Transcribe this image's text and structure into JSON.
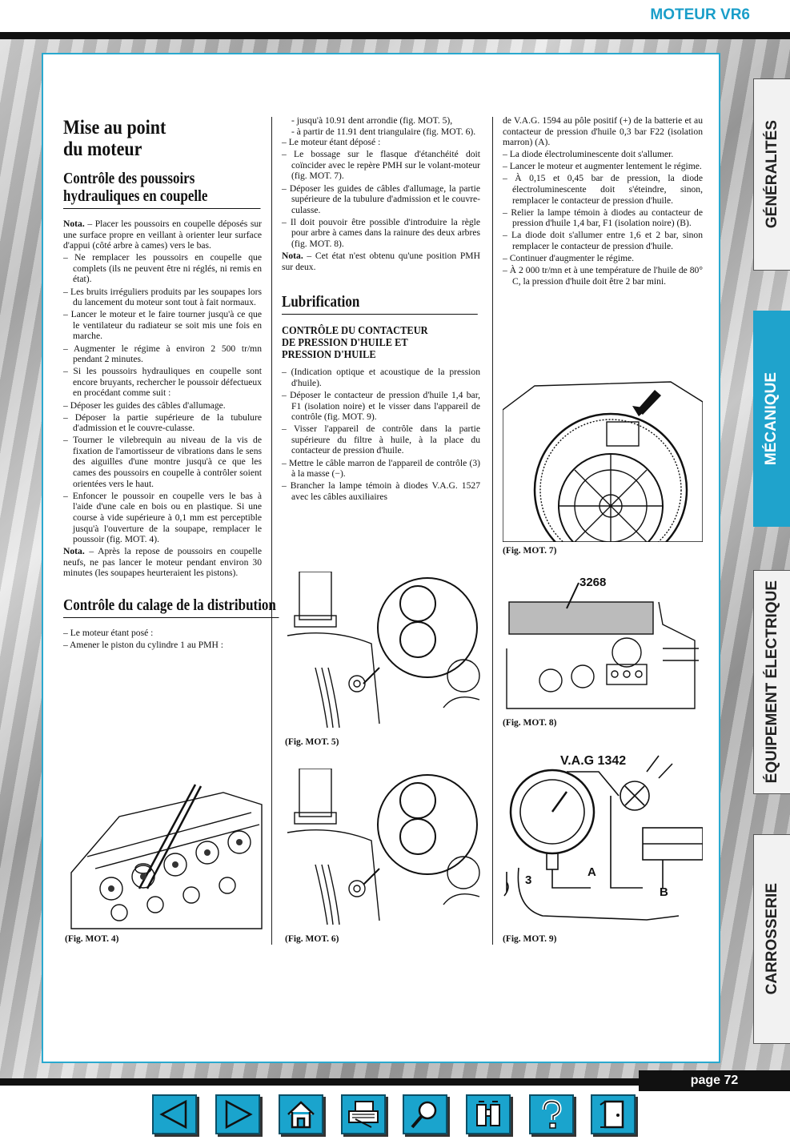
{
  "header": {
    "title": "MOTEUR VR6"
  },
  "page": {
    "label": "page 72"
  },
  "tabs": [
    {
      "label": "GÉNÉRALITÉS"
    },
    {
      "label": "MÉCANIQUE"
    },
    {
      "label": "ÉQUIPEMENT ÉLECTRIQUE"
    },
    {
      "label": "CARROSSERIE"
    }
  ],
  "col1": {
    "title": "Mise au point du moteur",
    "s1": "Contrôle des poussoirs hydrauliques en coupelle",
    "n1b": "Nota.",
    "n1": " – Placer les poussoirs en coupelle déposés sur une surface propre en veillant à orienter leur surface d'appui (côté arbre à cames) vers le bas.",
    "items": [
      "– Ne remplacer les poussoirs en coupelle que complets (ils ne peuvent être ni réglés, ni remis en état).",
      "– Les bruits irréguliers produits par les soupapes lors du lancement du moteur sont tout à fait normaux.",
      "– Lancer le moteur et le faire tourner jusqu'à ce que le ventilateur du radiateur se soit mis une fois en marche.",
      "– Augmenter le régime à environ 2 500 tr/mn pendant 2 minutes.",
      "– Si les poussoirs hydrauliques en coupelle sont encore bruyants, rechercher le poussoir défectueux en procédant comme suit :",
      "– Déposer les guides des câbles d'allumage.",
      "– Déposer la partie supérieure de la tubulure d'admission et le couvre-culasse.",
      "– Tourner le vilebrequin au niveau de la vis de fixation de l'amortisseur de vibrations dans le sens des aiguilles d'une montre jusqu'à ce que les cames des poussoirs en coupelle à contrôler soient orientées vers le haut.",
      "– Enfoncer le poussoir en coupelle vers le bas à l'aide d'une cale en bois ou en plastique. Si une course à vide supérieure à 0,1 mm est perceptible jusqu'à l'ouverture de la soupape, remplacer le poussoir (fig. MOT. 4)."
    ],
    "n2b": "Nota.",
    "n2": " – Après la repose de poussoirs en coupelle neufs, ne pas lancer le moteur pendant environ 30 minutes (les soupapes heurteraient les pistons).",
    "s2": "Contrôle du calage de la distribution",
    "items2": [
      "– Le moteur étant posé :",
      "– Amener le piston du cylindre 1 au PMH :"
    ]
  },
  "col2": {
    "sub": [
      "- jusqu'à 10.91 dent arrondie (fig. MOT. 5),",
      "- à partir de 11.91 dent triangulaire (fig. MOT. 6)."
    ],
    "items": [
      "– Le moteur étant déposé :",
      "– Le bossage sur le flasque d'étanchéité doit coïncider avec le repère PMH sur le volant-moteur (fig. MOT. 7).",
      "– Déposer les guides de câbles d'allumage, la partie supérieure de la tubulure d'admission et le couvre-culasse.",
      "– Il doit pouvoir être possible d'introduire la règle pour arbre à cames dans la rainure des deux arbres (fig. MOT. 8)."
    ],
    "n1b": "Nota.",
    "n1": " – Cet état n'est obtenu qu'une position PMH sur deux.",
    "s1": "Lubrification",
    "h3": "CONTRÔLE DU CONTACTEUR DE PRESSION D'HUILE ET PRESSION D'HUILE",
    "items2": [
      "– (Indication optique et acoustique de la pression d'huile).",
      "– Déposer le contacteur de pression d'huile 1,4 bar, F1 (isolation noire) et le visser dans l'appareil de contrôle (fig. MOT. 9).",
      "– Visser l'appareil de contrôle dans la partie supérieure du filtre à huile, à la place du contacteur de pression d'huile.",
      "– Mettre le câble marron de l'appareil de contrôle (3) à la masse (−).",
      "– Brancher la lampe témoin à diodes V.A.G. 1527 avec les câbles auxiliaires"
    ]
  },
  "col3": {
    "items": [
      "de V.A.G. 1594 au pôle positif (+) de la batterie et au contacteur de pression d'huile 0,3 bar F22 (isolation marron) (A).",
      "– La diode électroluminescente doit s'allumer.",
      "– Lancer le moteur et augmenter lentement le régime.",
      "– À 0,15 et 0,45 bar de pression, la diode électroluminescente doit s'éteindre, sinon, remplacer le contacteur de pression d'huile.",
      "– Relier la lampe témoin à diodes au contacteur de pression d'huile 1,4 bar, F1 (isolation noire) (B).",
      "– La diode doit s'allumer entre 1,6 et 2 bar, sinon remplacer le contacteur de pression d'huile.",
      "– Continuer d'augmenter le régime.",
      "– À 2 000 tr/mn et à une température de l'huile de 80° C, la pression d'huile doit être 2 bar mini."
    ]
  },
  "figs": {
    "f4": "(Fig. MOT. 4)",
    "f5": "(Fig. MOT. 5)",
    "f6": "(Fig. MOT. 6)",
    "f7": "(Fig. MOT. 7)",
    "f8": "(Fig. MOT. 8)",
    "f9": "(Fig. MOT. 9)",
    "f8label": "3268",
    "f9label": "V.A.G 1342",
    "f9a": "A",
    "f9b": "B",
    "f9n3": "3"
  },
  "nav": [
    {
      "icon": "arrow-left-icon"
    },
    {
      "icon": "arrow-right-icon"
    },
    {
      "icon": "home-icon"
    },
    {
      "icon": "print-icon"
    },
    {
      "icon": "search-icon"
    },
    {
      "icon": "binoculars-icon"
    },
    {
      "icon": "help-icon"
    },
    {
      "icon": "exit-icon"
    }
  ],
  "colors": {
    "accent": "#1fa3cc",
    "bar": "#111111"
  }
}
